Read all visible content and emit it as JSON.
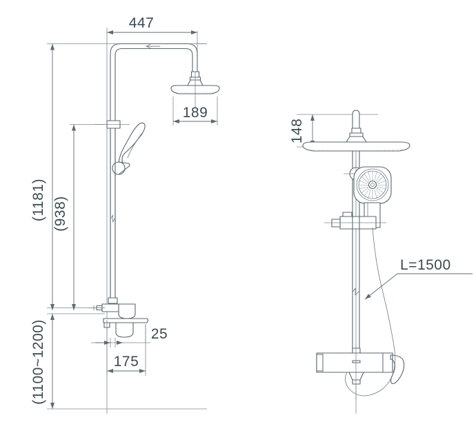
{
  "drawing": {
    "title": "Shower column dimensional drawing",
    "views": [
      {
        "name": "side-view",
        "label": ""
      },
      {
        "name": "front-view",
        "label": ""
      }
    ]
  },
  "dimensions": {
    "arm_reach": "447",
    "head_diameter": "189",
    "overall_height_from_valve": "(1181)",
    "slider_height": "(938)",
    "valve_height_range": "(1100~1200)",
    "head_drop": "148",
    "valve_projection": "175",
    "valve_offset": "25",
    "hose_length": "L=1500"
  },
  "labels": {
    "d447": "447",
    "d189": "189",
    "d1181": "(1181)",
    "d938": "(938)",
    "d1100_1200": "(1100~1200)",
    "d148": "148",
    "d175": "175",
    "d25": "25",
    "hose": "L=1500"
  },
  "colors": {
    "line": "#58666e",
    "dim": "#5d6b73",
    "text": "#3c4a52",
    "background": "#ffffff"
  }
}
